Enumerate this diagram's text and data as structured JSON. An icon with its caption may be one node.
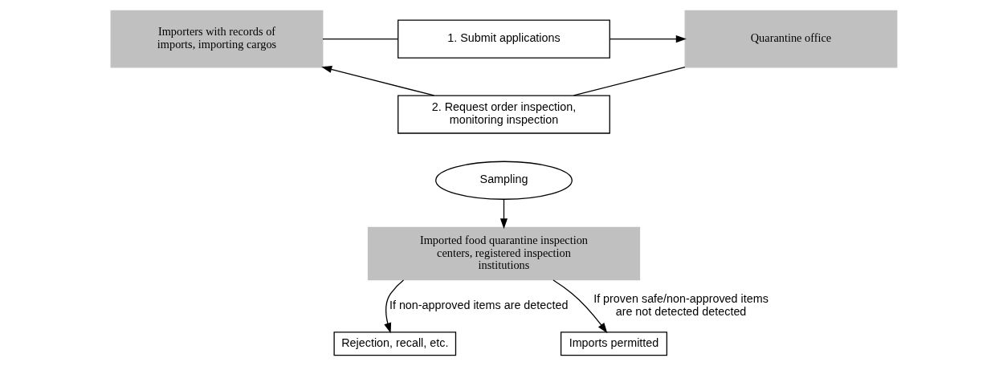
{
  "diagram": {
    "nodes": [
      {
        "text": [
          "Importers with records of imports, importing cargos"
        ]
      },
      {
        "text": [
          "Quarantine office"
        ]
      },
      {
        "text": [
          "1. Submit applications"
        ]
      },
      {
        "text": [
          "2. Request order inspection, monitoring inspection"
        ]
      },
      {
        "text": [
          "Sampling"
        ]
      },
      {
        "text": [
          "Imported food quarantine inspection centers, registered inspection institutions"
        ]
      },
      {
        "text": [
          "Rejection, recall, etc."
        ]
      },
      {
        "text": [
          "Imports permitted"
        ]
      }
    ],
    "edges": [
      {
        "from": 0,
        "to": 2,
        "arrow": "none"
      },
      {
        "from": 2,
        "to": 1,
        "arrow": "to"
      },
      {
        "from": 1,
        "to": 3,
        "arrow": "none"
      },
      {
        "from": 3,
        "to": 0,
        "arrow": "to"
      },
      {
        "from": 4,
        "to": 5,
        "arrow": "to"
      },
      {
        "from": 5,
        "to": 6,
        "arrow": "to",
        "label": "If non-approved items are detected"
      },
      {
        "from": 5,
        "to": 7,
        "arrow": "to",
        "label": "If proven safe/non-approved items are not detected detected"
      }
    ]
  }
}
